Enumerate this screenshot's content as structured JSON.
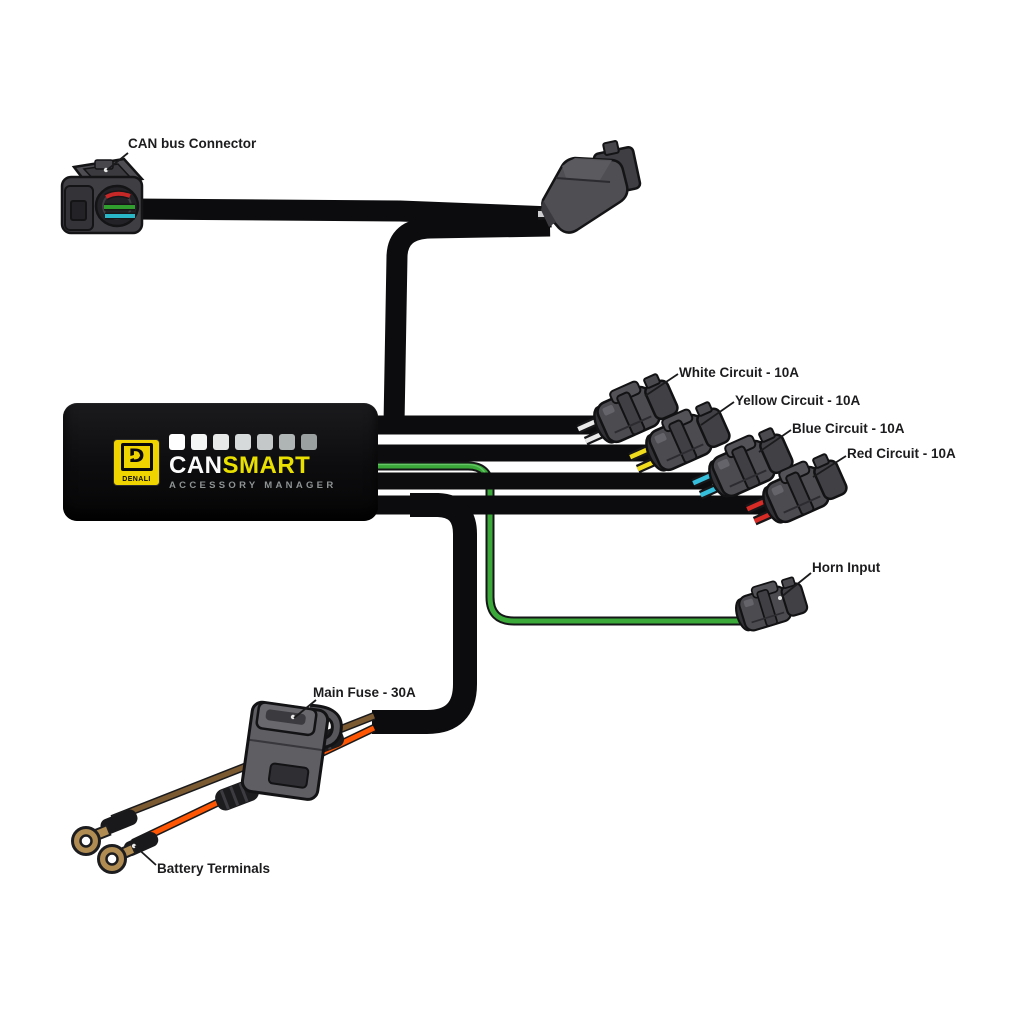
{
  "labels": {
    "can_bus": "CAN bus Connector",
    "white_circuit": "White Circuit - 10A",
    "yellow_circuit": "Yellow Circuit - 10A",
    "blue_circuit": "Blue Circuit - 10A",
    "red_circuit": "Red Circuit - 10A",
    "horn_input": "Horn Input",
    "main_fuse": "Main Fuse - 30A",
    "battery_terminals": "Battery Terminals"
  },
  "controller": {
    "brand": "DENALI",
    "monogram": "D",
    "name_primary": "CAN",
    "name_secondary": "SMART",
    "subtitle": "ACCESSORY MANAGER",
    "indicator_colors": [
      "#ffffff",
      "#f4f5f5",
      "#e7e9e9",
      "#d7dada",
      "#c4c8c8",
      "#afb4b4",
      "#9aa0a0"
    ]
  },
  "colors": {
    "brand_yellow": "#f0d400",
    "cable_black": "#0c0c0e",
    "white_wire": "#e9e9ea",
    "yellow_wire": "#f0dc1c",
    "blue_wire": "#35bfdc",
    "red_wire": "#d92b26",
    "green_wire": "#3aa93a",
    "orange_wire": "#ff5604",
    "brown_wire": "#7b5a32",
    "can_wire_red": "#c62828",
    "can_wire_green": "#2f9e2f",
    "can_wire_cyan": "#29b6c6",
    "terminal_brass": "#b08c52"
  }
}
